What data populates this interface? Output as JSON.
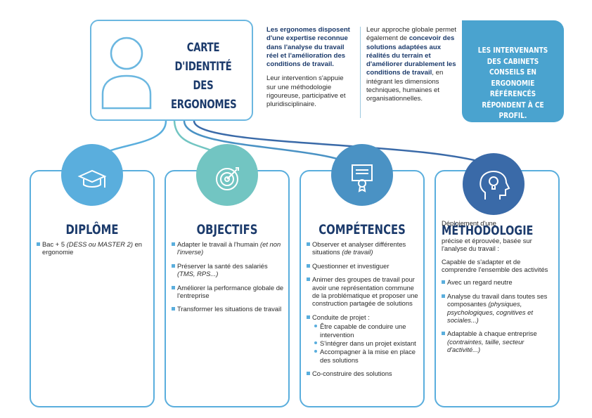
{
  "card": {
    "title_line1": "CARTE",
    "title_line2": "D'IDENTITÉ DES",
    "title_line3": "ERGONOMES"
  },
  "intro_left": {
    "bold": "Les ergonomes disposent d'une expertise reconnue dans l'analyse du travail réel et l'amélioration des conditions de travail.",
    "normal": "Leur intervention s'appuie sur une méthodologie rigoureuse, participative et pluridisciplinaire."
  },
  "intro_right": {
    "p1": "Leur approche globale permet également de ",
    "b1": "concevoir des solutions adaptées aux réalités du terrain et d'améliorer durablement les conditions de travail",
    "p2": ", en intégrant les dimensions techniques, humaines et organisationnelles."
  },
  "profile": "LES INTERVENANTS DES CABINETS CONSEILS EN ERGONOMIE RÉFÉRENCÉS RÉPONDENT À CE PROFIL.",
  "colors": {
    "dark_blue": "#1b3a6b",
    "light_blue": "#5aaedd",
    "teal": "#72c5c2",
    "mid_blue": "#4a92c4",
    "deep_blue": "#3a6aa8"
  },
  "diplome": {
    "title": "DIPLÔME",
    "icon": "graduation-cap-icon",
    "item_a": "Bac + 5 ",
    "item_b": "(DESS ou MASTER 2)",
    "item_c": " en ergonomie"
  },
  "objectifs": {
    "title": "OBJECTIFS",
    "icon": "target-icon",
    "i1a": "Adapter le travail à l'humain ",
    "i1b": "(et non l'inverse)",
    "i2a": "Préserver la santé des salariés ",
    "i2b": "(TMS, RPS...)",
    "i3": "Améliorer la performance globale de l'entreprise",
    "i4": "Transformer les situations de travail"
  },
  "competences": {
    "title": "COMPÉTENCES",
    "icon": "certificate-icon",
    "i1a": "Observer et analyser différentes situations ",
    "i1b": "(de travail)",
    "i2": "Questionner et investiguer",
    "i3": "Animer des groupes de travail pour avoir une représentation commune de la problématique et proposer une construction partagée de solutions",
    "i4": "Conduite de projet :",
    "s1": "Être capable de conduire une intervention",
    "s2": "S'intégrer dans un projet existant",
    "s3": "Accompagner à la mise en place des solutions",
    "i5": "Co-construire des solutions"
  },
  "methodologie": {
    "icon": "head-lightbulb-icon",
    "pre": "Déploiement d'une",
    "big": "MÉTHODOLOGIE",
    "post": " précise et éprouvée, basée sur l'analyse du travail :",
    "capable": "Capable de s'adapter et de comprendre l'ensemble des activités",
    "i1": "Avec un regard neutre",
    "i2a": "Analyse du travail dans toutes ses composantes ",
    "i2b": "(physiques, psychologiques, cognitives et sociales...)",
    "i3a": "Adaptable à chaque entreprise ",
    "i3b": "(contraintes, taille, secteur d'activité...)"
  }
}
